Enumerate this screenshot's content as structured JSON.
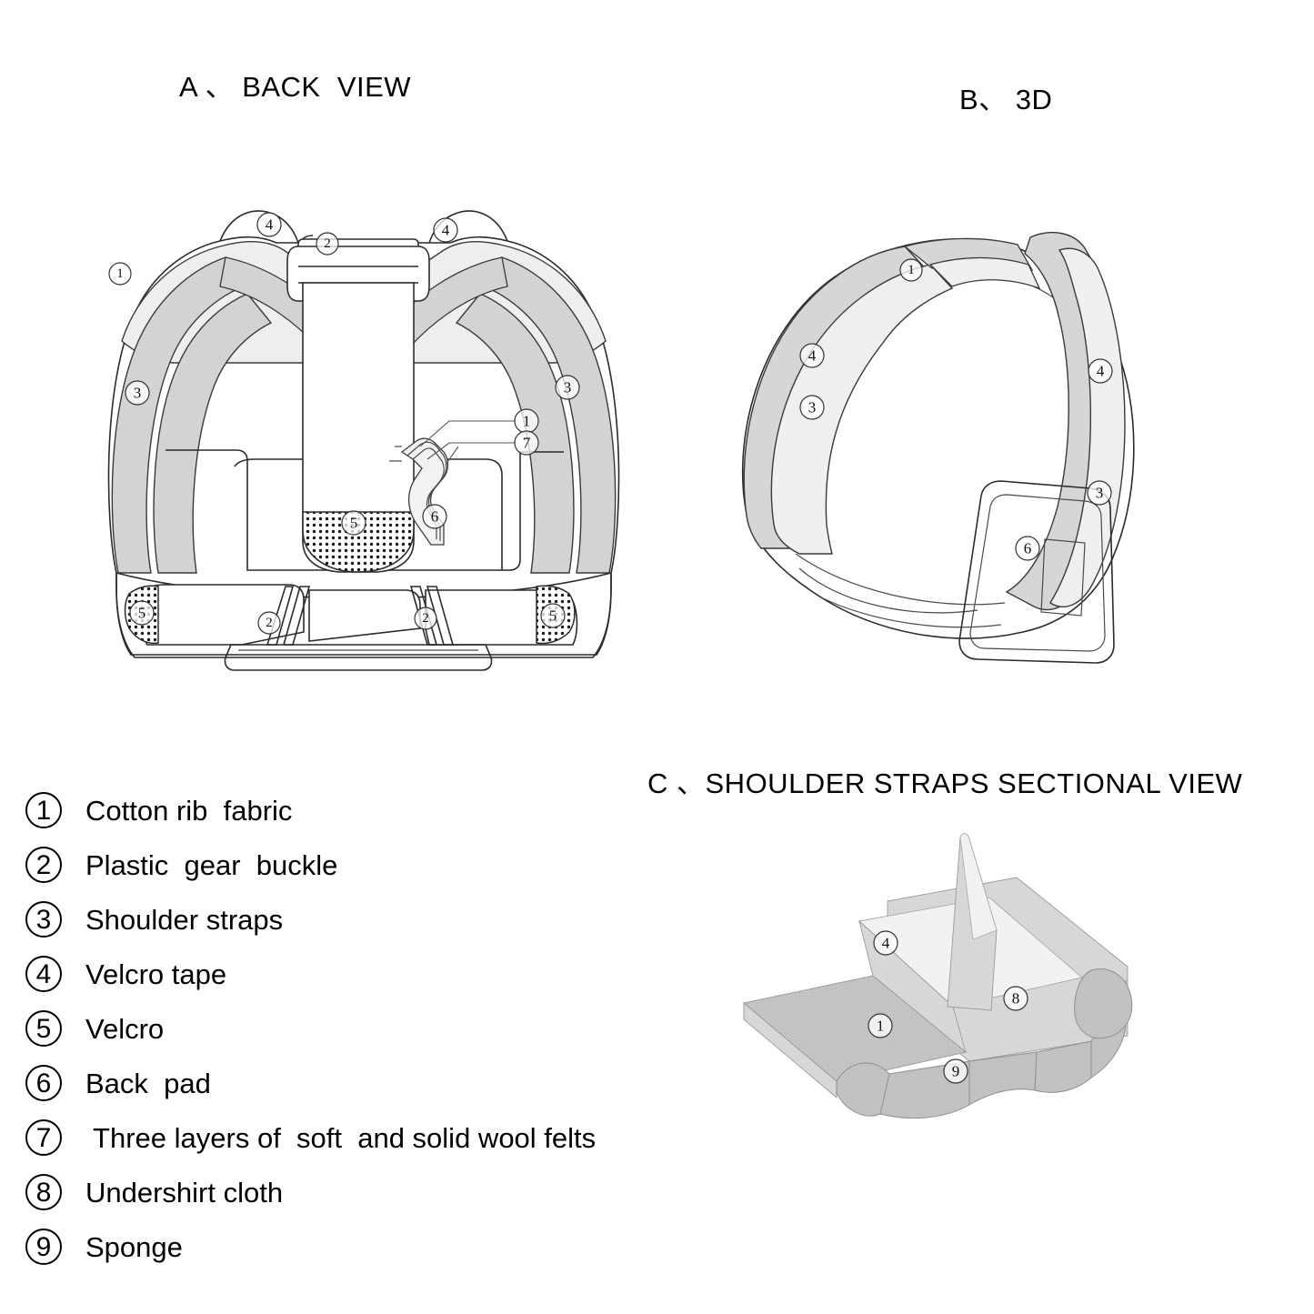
{
  "views": {
    "a": {
      "title": "A 、 BACK  VIEW"
    },
    "b": {
      "title": "B、 3D"
    },
    "c": {
      "title": "C 、SHOULDER STRAPS SECTIONAL VIEW"
    }
  },
  "legend": {
    "items": [
      {
        "num": "1",
        "label": "Cotton rib  fabric"
      },
      {
        "num": "2",
        "label": "Plastic  gear  buckle"
      },
      {
        "num": "3",
        "label": "Shoulder straps"
      },
      {
        "num": "4",
        "label": "Velcro tape"
      },
      {
        "num": "5",
        "label": "Velcro"
      },
      {
        "num": "6",
        "label": "Back  pad"
      },
      {
        "num": "7",
        "label": " Three layers of  soft  and solid wool felts"
      },
      {
        "num": "8",
        "label": "Undershirt cloth"
      },
      {
        "num": "9",
        "label": "Sponge"
      }
    ]
  },
  "callouts": {
    "view_a": [
      "4",
      "4",
      "2",
      "1",
      "3",
      "3",
      "1",
      "7",
      "6",
      "5",
      "5",
      "5",
      "2",
      "2"
    ],
    "view_b": [
      "1",
      "4",
      "3",
      "4",
      "3",
      "6"
    ],
    "view_c": [
      "4",
      "8",
      "1",
      "9"
    ]
  },
  "colors": {
    "outline": "#2b2b2b",
    "strap_dark": "#d2d2d2",
    "strap_light": "#eeeeee",
    "velcro_patch": "#ffffff",
    "sponge": "#c0c0c0",
    "undershirt": "#cfcfcf",
    "background": "#ffffff"
  }
}
